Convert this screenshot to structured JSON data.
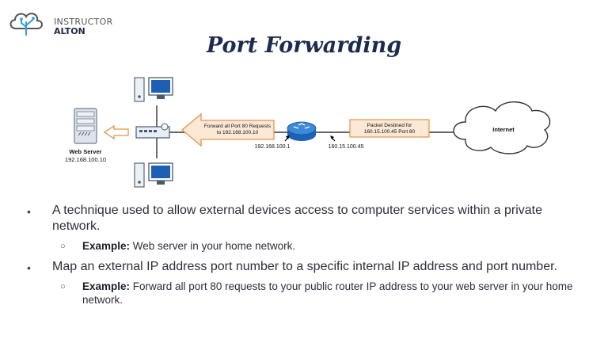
{
  "logo": {
    "line1": "INSTRUCTOR",
    "line2": "ALTON"
  },
  "title": "Port Forwarding",
  "diagram": {
    "web_server_label": "Web Server",
    "web_server_ip": "192.168.100.10",
    "forward_box": [
      "Forward all Port 80 Requests",
      "to 192.168.100.10"
    ],
    "router_internal_ip": "192.168.100.1",
    "router_external_ip": "160.15.100.45",
    "packet_box": [
      "Packet Destined for",
      "160.15.100.45 Port 80"
    ],
    "cloud_label": "Internet"
  },
  "bullets": [
    {
      "text": "A technique used to allow external devices access to computer services within a private network.",
      "sub": {
        "label": "Example:",
        "text": " Web server in your home network."
      }
    },
    {
      "text": "Map an external IP address port number to a specific internal IP address and port number.",
      "sub": {
        "label": "Example:",
        "text": " Forward all port 80 requests to your public router IP address to your web server in your home network."
      }
    }
  ]
}
